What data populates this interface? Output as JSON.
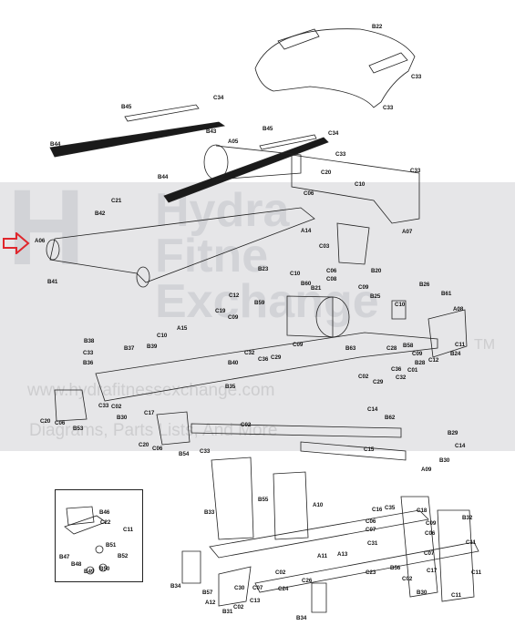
{
  "watermark": {
    "brand_lines": [
      "Hydra",
      "Fitne",
      "Exchange"
    ],
    "url": "www.hydrafitnessexchange.com",
    "tagline": "Diagrams, Parts Lists, And More",
    "tm": "TM"
  },
  "labels": {
    "B22": "B22",
    "C33a": "C33",
    "C33b": "C33",
    "C33c": "C33",
    "C33d": "C33",
    "C34a": "C34",
    "C34b": "C34",
    "B45a": "B45",
    "B45b": "B45",
    "B44a": "B44",
    "B44b": "B44",
    "B43": "B43",
    "A05": "A05",
    "C20": "C20",
    "C06a": "C06",
    "C10a": "C10",
    "A07": "A07",
    "C21": "C21",
    "B42": "B42",
    "A06": "A06",
    "A14": "A14",
    "B41": "B41",
    "C03": "C03",
    "B20": "B20",
    "C06b": "C06",
    "C08": "C08",
    "B23": "B23",
    "C10b": "C10",
    "B60": "B60",
    "B21": "B21",
    "C09a": "C09",
    "B25": "B25",
    "B26": "B26",
    "B61": "B61",
    "C12a": "C12",
    "C19": "C19",
    "C09b": "C09",
    "B59": "B59",
    "C10c": "C10",
    "A08": "A08",
    "A15": "A15",
    "C10d": "C10",
    "B39": "B39",
    "B37": "B37",
    "B38": "B38",
    "C33e": "C33",
    "B36": "B36",
    "C32a": "C32",
    "C36": "C36",
    "C29a": "C29",
    "C09c": "C09",
    "B63": "B63",
    "C28": "C28",
    "B58": "B58",
    "C09d": "C09",
    "B28": "B28",
    "C01": "C01",
    "C36b": "C36",
    "C32b": "C32",
    "C11a": "C11",
    "B24": "B24",
    "C12b": "C12",
    "B40": "B40",
    "B35": "B35",
    "C02a": "C02",
    "C29b": "C29",
    "C14": "C14",
    "B62": "B62",
    "C33f": "C33",
    "B30a": "B30",
    "C02b": "C02",
    "C17a": "C17",
    "C20b": "C20",
    "C06c": "C06",
    "B53": "B53",
    "C20c": "C20",
    "C06d": "C06",
    "B54": "B54",
    "C33g": "C33",
    "C02c": "C02",
    "C15": "C15",
    "B29": "B29",
    "C14b": "C14",
    "B30b": "B30",
    "A09": "A09",
    "B46": "B46",
    "C22": "C22",
    "C11b": "C11",
    "B51": "B51",
    "B47": "B47",
    "B48": "B48",
    "B49": "B49",
    "B50": "B50",
    "B52": "B52",
    "B33": "B33",
    "B55": "B55",
    "A10": "A10",
    "C16": "C16",
    "C35": "C35",
    "C18": "C18",
    "C06e": "C06",
    "C07a": "C07",
    "C09e": "C09",
    "B32": "B32",
    "C06f": "C06",
    "C31": "C31",
    "C07b": "C07",
    "C11c": "C11",
    "A11": "A11",
    "A13": "A13",
    "C23": "C23",
    "B56": "B56",
    "C11d": "C11",
    "B34a": "B34",
    "C02d": "C02",
    "C26": "C26",
    "C24": "C24",
    "C17b": "C17",
    "C02e": "C02",
    "C11e": "C11",
    "B57": "B57",
    "C30": "C30",
    "C07c": "C07",
    "A12": "A12",
    "C02f": "C02",
    "C13": "C13",
    "B31": "B31",
    "B30c": "B30",
    "B34b": "B34"
  },
  "colors": {
    "line": "#222222",
    "belt": "#1a1a1a",
    "arrow": "#e0262c",
    "watermark_blue": "#5b6a95"
  }
}
